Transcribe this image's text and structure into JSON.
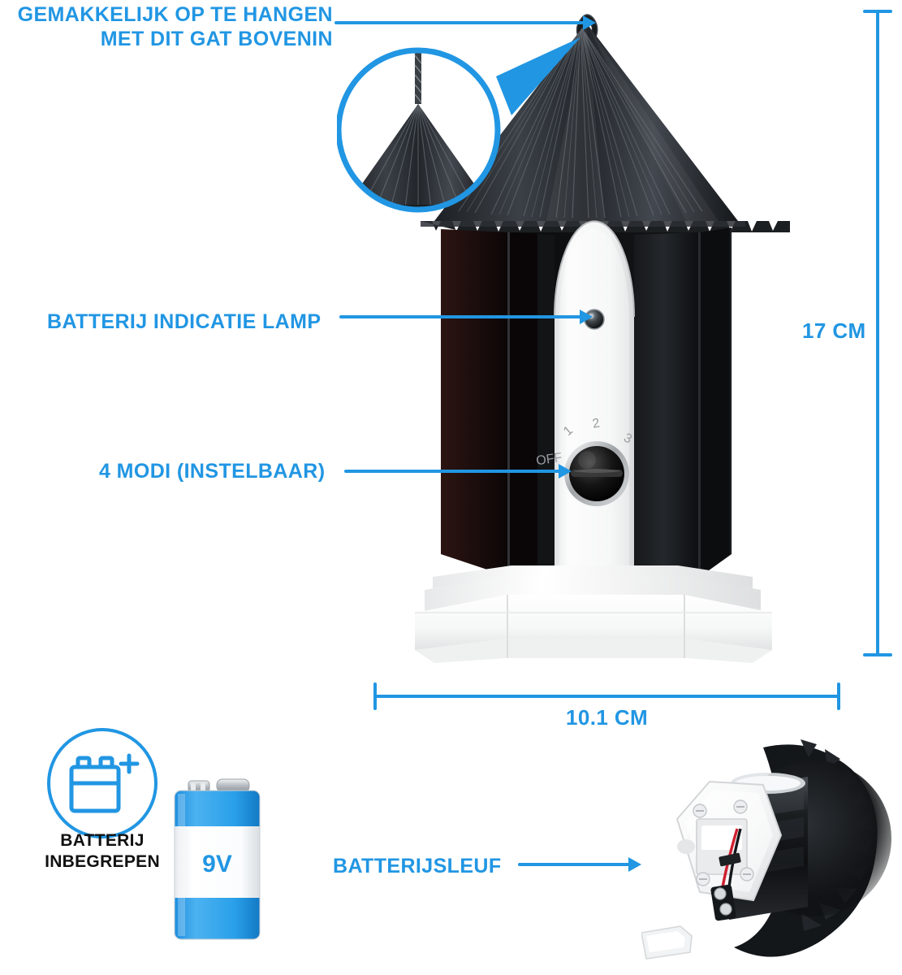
{
  "meta": {
    "product": "ultrasonic bark control birdhouse",
    "accent_color": "#2196e3",
    "background_color": "#ffffff",
    "text_color_dark": "#111111"
  },
  "callouts": {
    "hang": {
      "label": "GEMAKKELIJK OP TE HANGEN\nMET DIT GAT BOVENIN",
      "icon": "arrow-right-icon"
    },
    "led": {
      "label": "BATTERIJ INDICATIE LAMP",
      "icon": "arrow-right-icon"
    },
    "modes": {
      "label": "4 MODI (INSTELBAAR)",
      "icon": "arrow-right-icon"
    },
    "battery_slot": {
      "label": "BATTERIJSLEUF",
      "icon": "arrow-right-icon"
    }
  },
  "dimensions": {
    "height_label": "17 CM",
    "width_label": "10.1 CM"
  },
  "device": {
    "dial": {
      "off_label": "OFF",
      "positions": [
        "1",
        "2",
        "3"
      ]
    }
  },
  "battery": {
    "icon_name": "battery-plus-icon",
    "caption_line1": "BATTERIJ",
    "caption_line2": "INBEGREPEN",
    "voltage_label": "9V"
  }
}
